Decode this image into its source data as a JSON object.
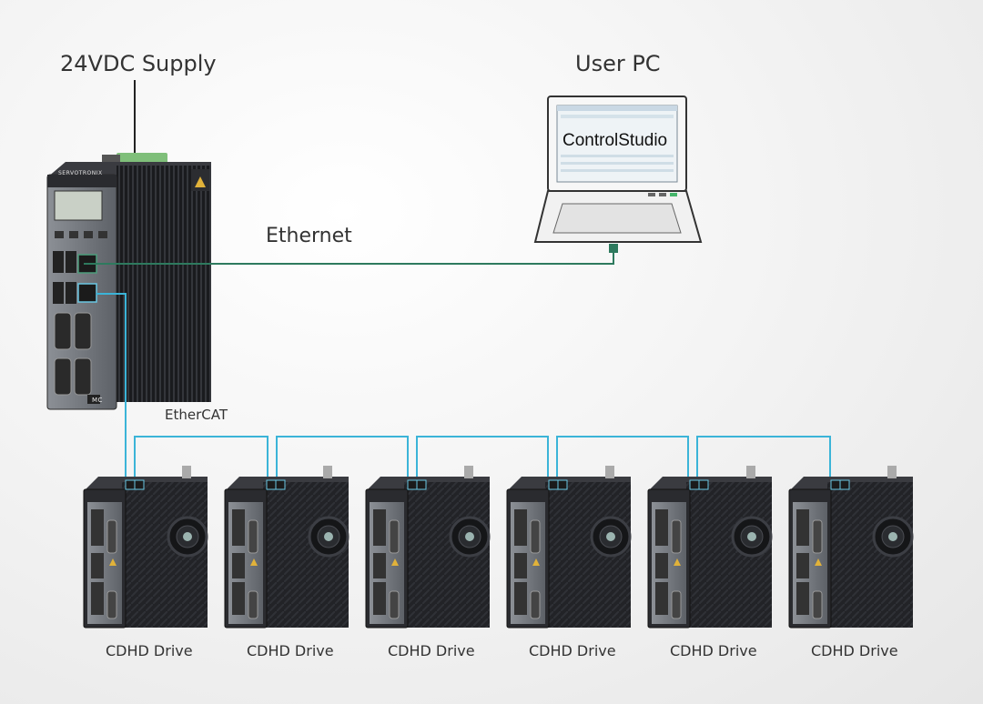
{
  "labels": {
    "supply": "24VDC Supply",
    "user_pc": "User PC",
    "software": "ControlStudio",
    "ethernet": "Ethernet",
    "ethercat": "EtherCAT"
  },
  "brand": "SERVOTRONIX",
  "controller_badge": "MC",
  "drives": [
    {
      "label": "CDHD Drive"
    },
    {
      "label": "CDHD Drive"
    },
    {
      "label": "CDHD Drive"
    },
    {
      "label": "CDHD Drive"
    },
    {
      "label": "CDHD Drive"
    },
    {
      "label": "CDHD Drive"
    }
  ],
  "colors": {
    "ethernet_line": "#2e7a5e",
    "ethercat_line": "#3bb4d8",
    "supply_line": "#222222",
    "device_body": "#1e1f22"
  }
}
